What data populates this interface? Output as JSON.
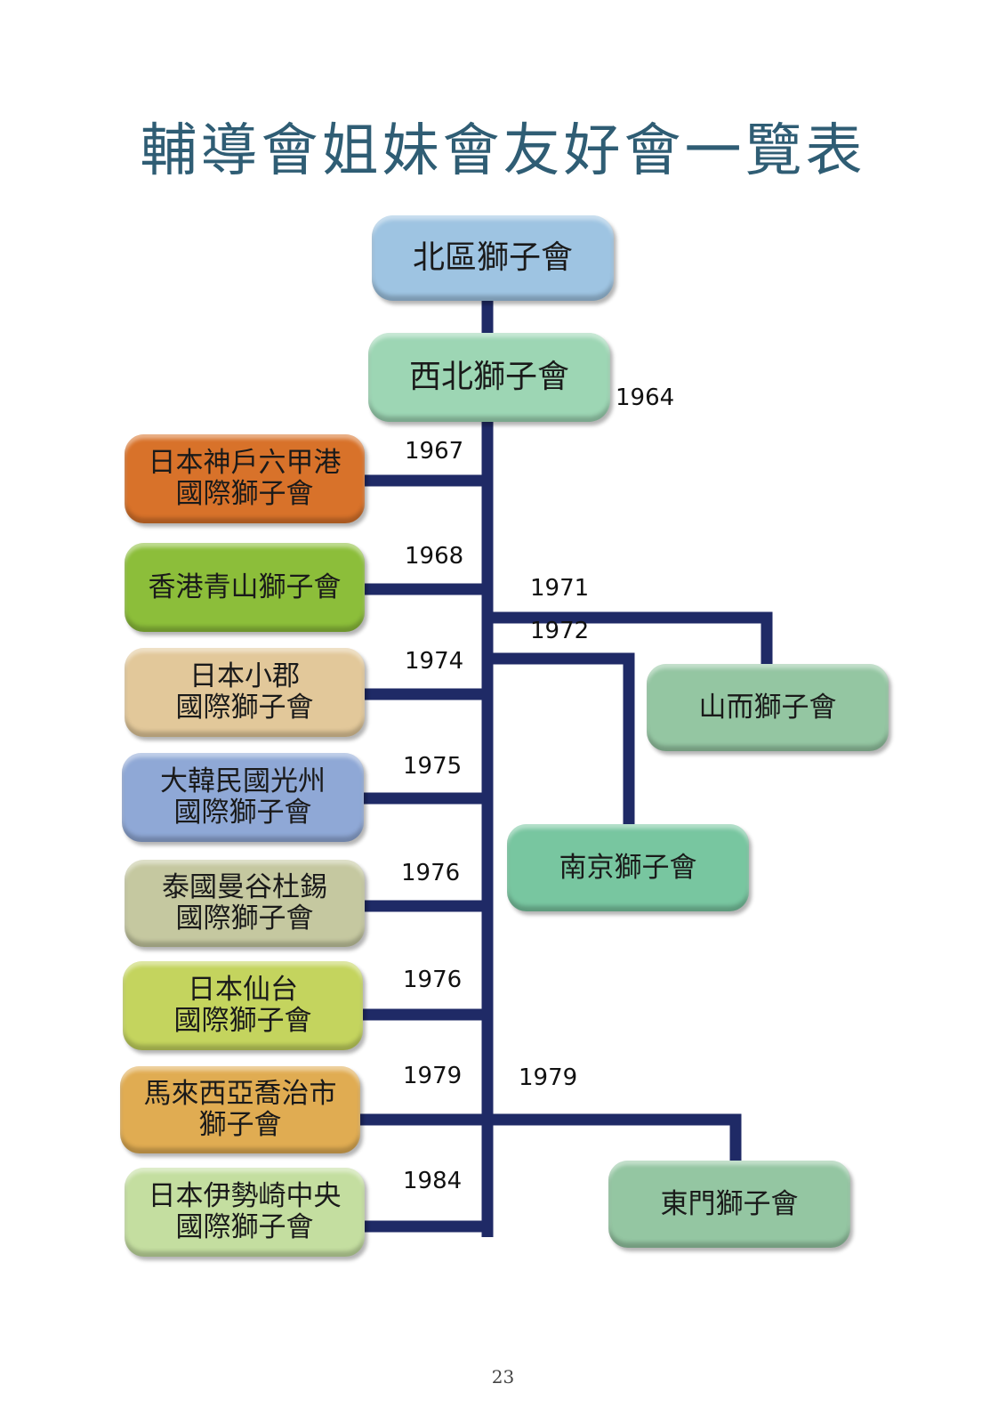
{
  "title": "輔導會姐妹會友好會一覽表",
  "root": {
    "label": "北區獅子會"
  },
  "parent": {
    "label": "西北獅子會",
    "year": "1964"
  },
  "clubs": [
    {
      "lines": [
        "日本神戶六甲港",
        "國際獅子會"
      ],
      "year": "1967",
      "color": "#d8722a"
    },
    {
      "lines": [
        "香港青山獅子會"
      ],
      "year": "1968",
      "color": "#8cbe3a"
    },
    {
      "lines": [
        "日本小郡",
        "國際獅子會"
      ],
      "year": "1974",
      "color": "#e2c89a"
    },
    {
      "lines": [
        "大韓民國光州",
        "國際獅子會"
      ],
      "year": "1975",
      "color": "#8fa8d6"
    },
    {
      "lines": [
        "泰國曼谷杜錫",
        "國際獅子會"
      ],
      "year": "1976",
      "color": "#c5c8a0"
    },
    {
      "lines": [
        "日本仙台",
        "國際獅子會"
      ],
      "year": "1976",
      "color": "#c4d45e"
    },
    {
      "lines": [
        "馬來西亞喬治市",
        "獅子會"
      ],
      "year": "1979",
      "color": "#e0ac52"
    },
    {
      "lines": [
        "日本伊勢崎中央",
        "國際獅子會"
      ],
      "year": "1984",
      "color": "#c4dea0"
    }
  ],
  "domestic": [
    {
      "label": "山而獅子會",
      "year": "1971",
      "color": "#94c6a2"
    },
    {
      "label": "南京獅子會",
      "year": "1972",
      "color": "#78c6a0"
    },
    {
      "label": "東門獅子會",
      "year": "1979",
      "color": "#94c6a2"
    }
  ],
  "colors": {
    "root": "#9ec4e2",
    "parent": "#9dd6b4",
    "connector": "#1f2a66",
    "title": "#2f5d74"
  },
  "page_number": "23"
}
